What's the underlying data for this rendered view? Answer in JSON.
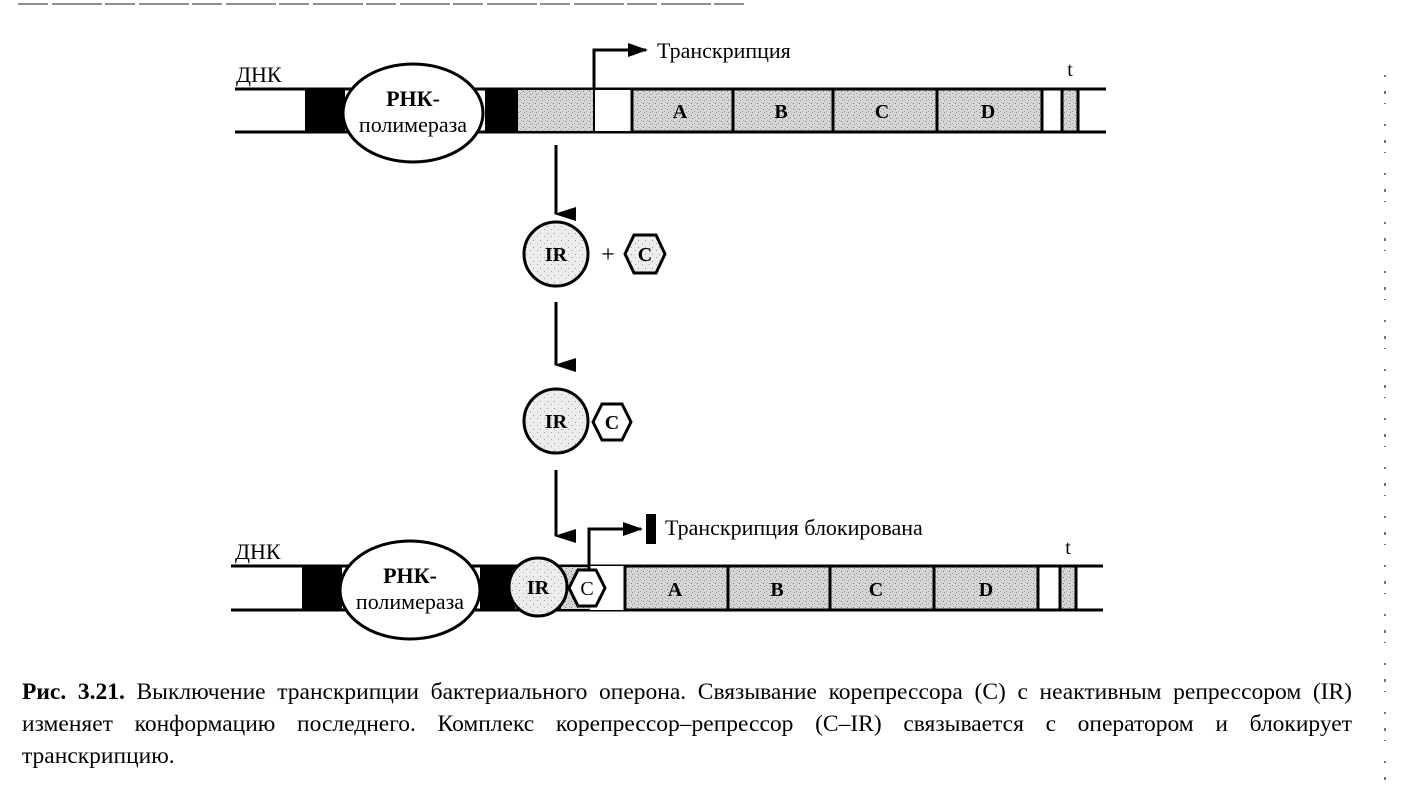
{
  "diagram": {
    "top_row": {
      "dna_label": "ДНК",
      "polymerase_line1": "РНК-",
      "polymerase_line2": "полимераза",
      "transcription_label": "Транскрипция",
      "genes": [
        "A",
        "B",
        "C",
        "D"
      ],
      "terminator_label": "t"
    },
    "steps": {
      "repressor_label": "IR",
      "plus_sign": "+",
      "corepressor_label": "C"
    },
    "complex": {
      "repressor_label": "IR",
      "corepressor_label": "C"
    },
    "bottom_row": {
      "dna_label": "ДНК",
      "polymerase_line1": "РНК-",
      "polymerase_line2": "полимераза",
      "repressor_label": "IR",
      "corepressor_label": "C",
      "transcription_blocked_label": "Транскрипция блокирована",
      "genes": [
        "A",
        "B",
        "C",
        "D"
      ],
      "terminator_label": "t"
    }
  },
  "caption": {
    "figure_number": "Рис. 3.21.",
    "text": "Выключение транскрипции бактериального оперона. Связывание корепрессора (C) с неактивным репрессором (IR) изменяет конформацию последнего. Комплекс корепрессор–репрессор (C–IR) связывается с оператором и блокирует транскрипцию."
  }
}
